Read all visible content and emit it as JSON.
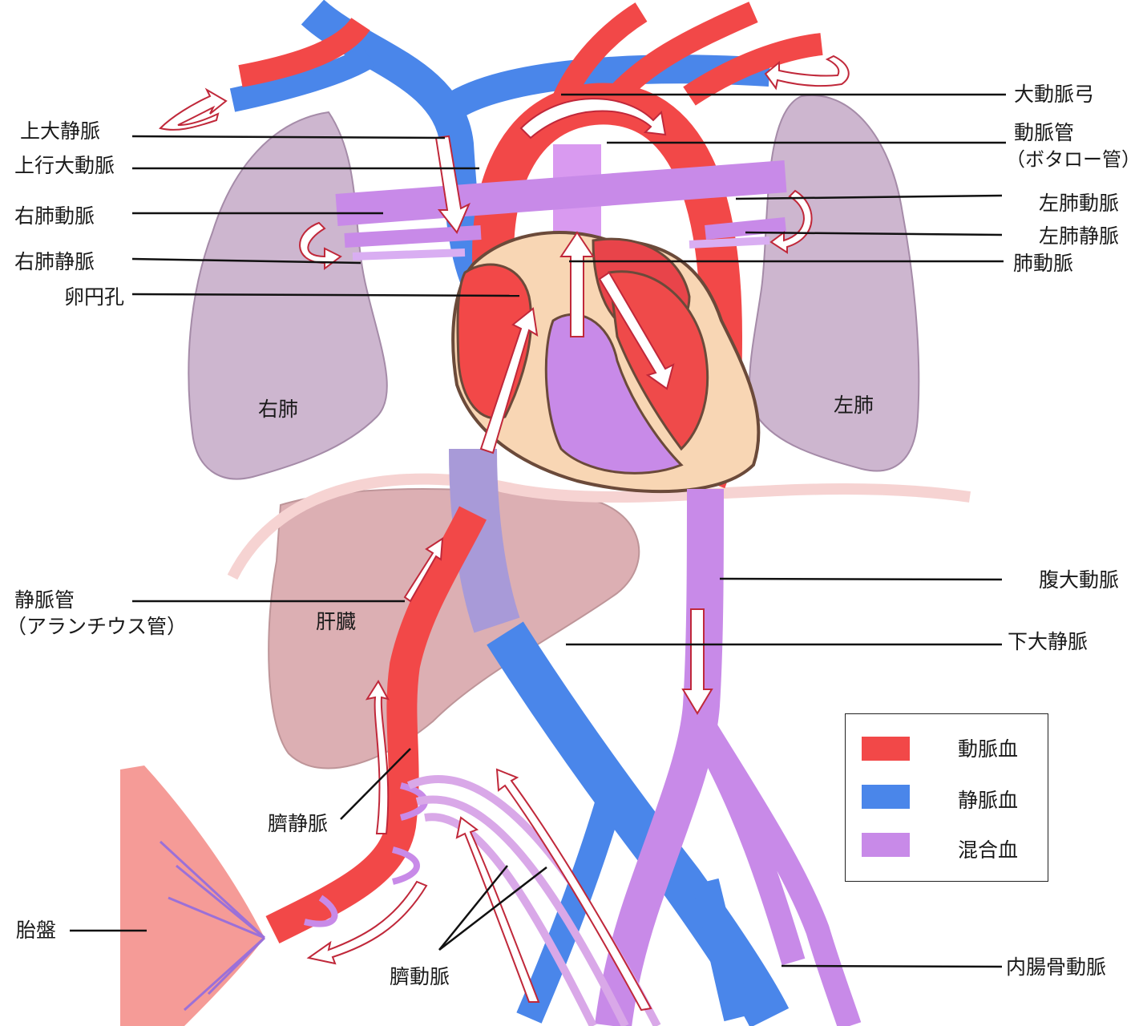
{
  "colors": {
    "arterial": "#f24848",
    "venous": "#4a86ea",
    "mixed": "#c88ae8",
    "lung": "#c9b1c9",
    "liver": "#d9a7ab",
    "placenta": "#f38a85",
    "heart_tissue": "#f8d6b4",
    "outline": "#6b4a3a"
  },
  "labels": {
    "aortic_arch": "大動脈弓",
    "ductus_arteriosus": "動脈管",
    "ductus_arteriosus_alt": "（ボタロー管）",
    "left_pulmonary_artery": "左肺動脈",
    "left_pulmonary_vein": "左肺静脈",
    "pulmonary_artery": "肺動脈",
    "superior_vena_cava": "上大静脈",
    "ascending_aorta": "上行大動脈",
    "right_pulmonary_artery": "右肺動脈",
    "right_pulmonary_vein": "右肺静脈",
    "foramen_ovale": "卵円孔",
    "right_lung": "右肺",
    "left_lung": "左肺",
    "ductus_venosus": "静脈管",
    "ductus_venosus_alt": "（アランチウス管）",
    "liver": "肝臓",
    "abdominal_aorta": "腹大動脈",
    "inferior_vena_cava": "下大静脈",
    "umbilical_vein": "臍静脈",
    "placenta": "胎盤",
    "umbilical_arteries": "臍動脈",
    "internal_iliac_artery": "内腸骨動脈"
  },
  "legend": {
    "items": [
      {
        "label": "動脈血",
        "color": "#f24848"
      },
      {
        "label": "静脈血",
        "color": "#4a86ea"
      },
      {
        "label": "混合血",
        "color": "#c88ae8"
      }
    ]
  }
}
